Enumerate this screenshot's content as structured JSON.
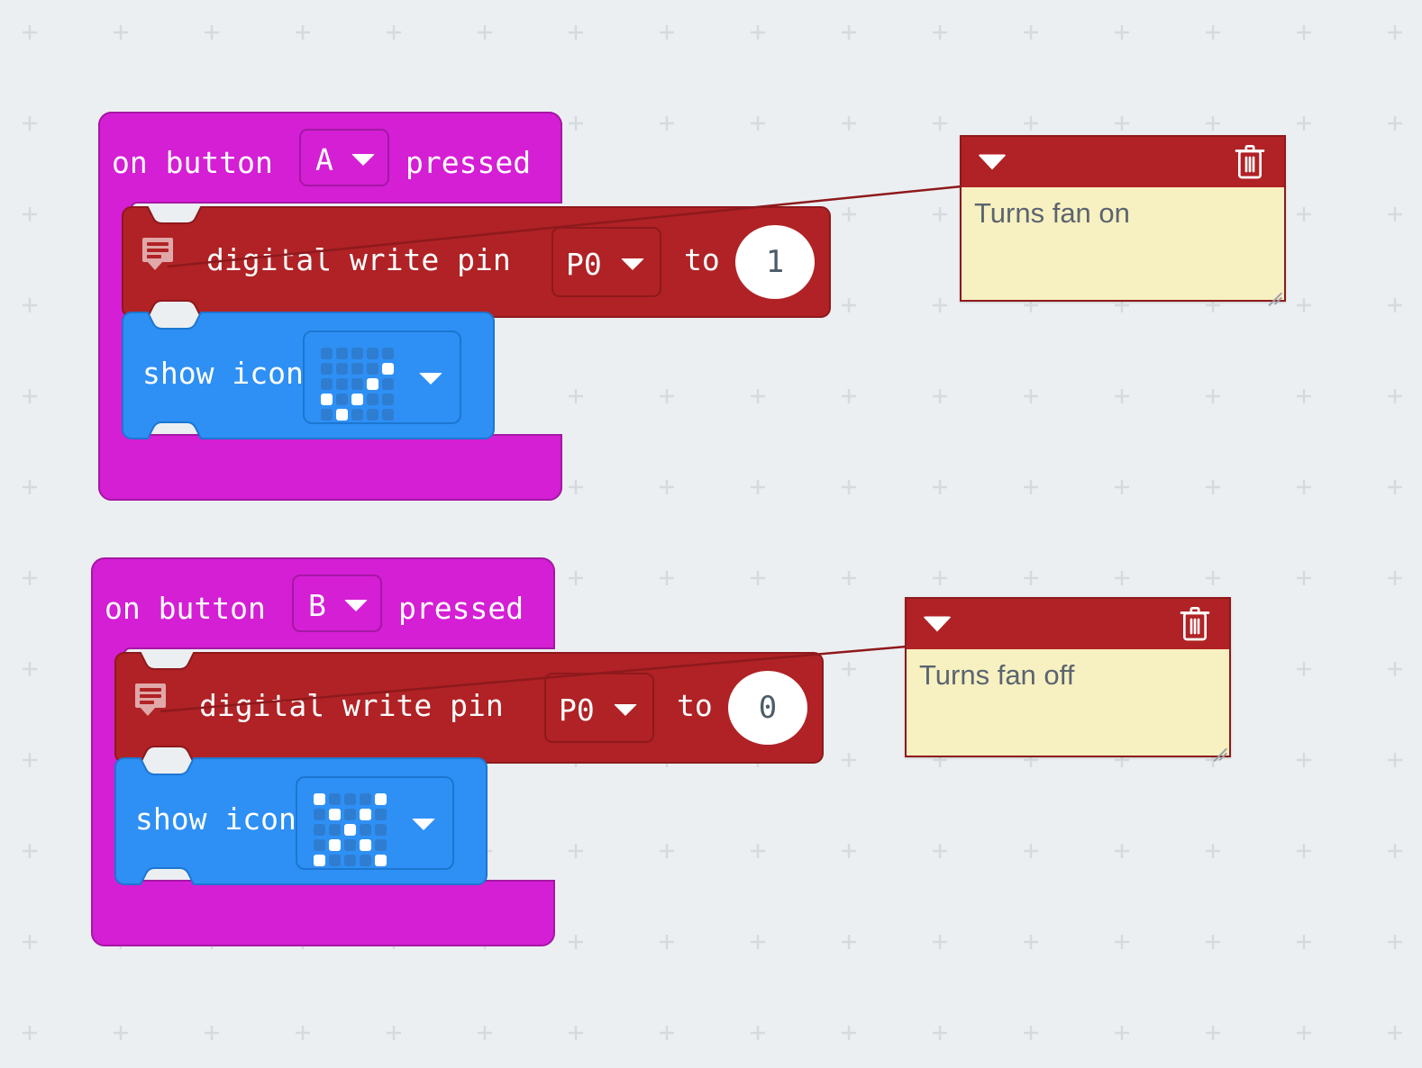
{
  "app": {
    "name": "makecode-blocks-workspace",
    "background_color": "#eceff1",
    "grid_dot_color": "#d7dde0"
  },
  "palette": {
    "event_block": "#d41fd4",
    "event_block_stroke": "#a517a5",
    "pins_block": "#b02225",
    "pins_block_stroke": "#8e191c",
    "basic_block": "#2e90f5",
    "basic_block_stroke": "#1c76d1",
    "comment_fill": "#f7f0c0",
    "comment_header": "#b02225",
    "number_text": "#4c5c68",
    "comment_text": "#5b6470"
  },
  "scripts": [
    {
      "id": "script-a",
      "hat": {
        "name": "on-button-pressed-block",
        "text_before": "on button",
        "dropdown_value": "A",
        "text_after": "pressed",
        "dropdown_icon": "chevron-down-icon"
      },
      "statements": [
        {
          "name": "digital-write-pin-block",
          "kind": "pins",
          "has_comment_icon": true,
          "comment_icon": "comment-bubble-icon",
          "text_before": "digital write pin",
          "dropdown_value": "P0",
          "dropdown_icon": "chevron-down-icon",
          "text_middle": "to",
          "number_value": "1"
        },
        {
          "name": "show-icon-block",
          "kind": "basic",
          "text_before": "show icon",
          "dropdown_icon": "chevron-down-icon",
          "led_pattern": [
            [
              0,
              0,
              0,
              0,
              0
            ],
            [
              0,
              0,
              0,
              0,
              1
            ],
            [
              0,
              0,
              0,
              1,
              0
            ],
            [
              1,
              0,
              1,
              0,
              0
            ],
            [
              0,
              1,
              0,
              0,
              0
            ]
          ]
        }
      ],
      "comment": {
        "name": "comment-turns-fan-on",
        "text": "Turns fan on",
        "collapse_icon": "triangle-down-icon",
        "delete_icon": "trash-icon",
        "resize_icon": "resize-handle-icon"
      }
    },
    {
      "id": "script-b",
      "hat": {
        "name": "on-button-pressed-block",
        "text_before": "on button",
        "dropdown_value": "B",
        "text_after": "pressed",
        "dropdown_icon": "chevron-down-icon"
      },
      "statements": [
        {
          "name": "digital-write-pin-block",
          "kind": "pins",
          "has_comment_icon": true,
          "comment_icon": "comment-bubble-icon",
          "text_before": "digital write pin",
          "dropdown_value": "P0",
          "dropdown_icon": "chevron-down-icon",
          "text_middle": "to",
          "number_value": "0"
        },
        {
          "name": "show-icon-block",
          "kind": "basic",
          "text_before": "show icon",
          "dropdown_icon": "chevron-down-icon",
          "led_pattern": [
            [
              1,
              0,
              0,
              0,
              1
            ],
            [
              0,
              1,
              0,
              1,
              0
            ],
            [
              0,
              0,
              1,
              0,
              0
            ],
            [
              0,
              1,
              0,
              1,
              0
            ],
            [
              1,
              0,
              0,
              0,
              1
            ]
          ]
        }
      ],
      "comment": {
        "name": "comment-turns-fan-off",
        "text": "Turns fan off",
        "collapse_icon": "triangle-down-icon",
        "delete_icon": "trash-icon",
        "resize_icon": "resize-handle-icon"
      }
    }
  ]
}
